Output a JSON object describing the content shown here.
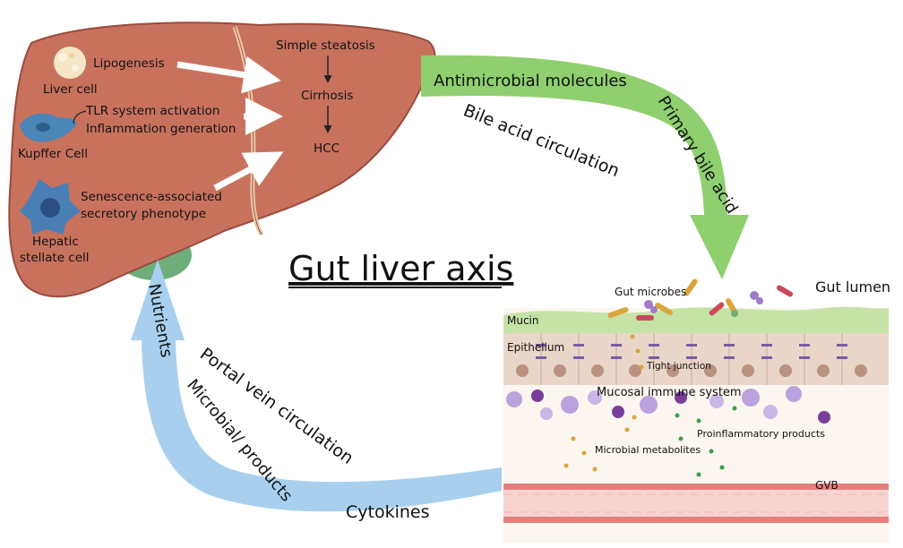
{
  "title": "Gut liver axis",
  "liver": {
    "cells": [
      {
        "name": "Liver cell",
        "process": [
          "Lipogenesis"
        ]
      },
      {
        "name": "Kupffer Cell",
        "process": [
          "TLR system activation",
          "Inflammation generation"
        ]
      },
      {
        "name": [
          "Hepatic",
          "stellate cell"
        ],
        "process": [
          "Senescence-associated",
          "secretory phenotype"
        ]
      }
    ],
    "progression": [
      "Simple steatosis",
      "Cirrhosis",
      "HCC"
    ]
  },
  "bile_arrow": {
    "labels": [
      "Antimicrobial molecules",
      "Primary bile acid"
    ],
    "circulation": "Bile acid circulation"
  },
  "portal_arrow": {
    "labels": [
      "Nutrients",
      "Microbial/ products",
      "Cytokines"
    ],
    "circulation": "Portal vein circulation"
  },
  "gut": {
    "lumen": "Gut lumen",
    "microbes": "Gut microbes",
    "mucin": "Mucin",
    "epithelium": "Epithelium",
    "tight_junction": "Tight junction",
    "immune": "Mucosal immune system",
    "metabolites": "Microbial metabolites",
    "proinflammatory": "Proinflammatory products",
    "gvb": "GVB"
  },
  "colors": {
    "liver": "#c8725e",
    "liver_dark": "#a8554a",
    "gallbladder": "#6fae7a",
    "bile_arrow": "#8fcf6f",
    "portal_arrow": "#a8d0ee",
    "mucin": "#c6e3a6",
    "epithelium": "#e9d6c8",
    "vessel": "#f2b7b7"
  }
}
